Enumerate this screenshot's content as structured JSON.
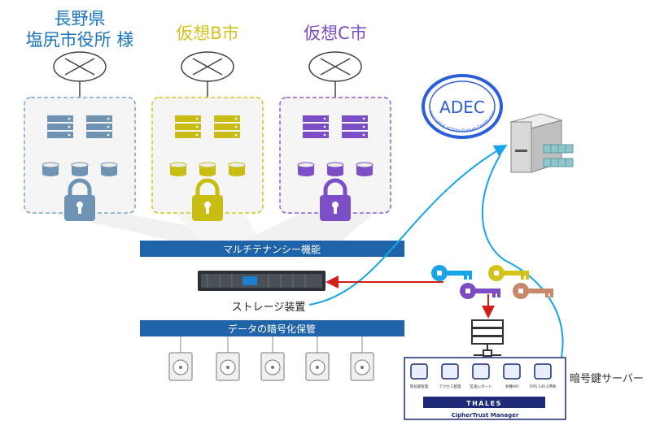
{
  "tenants": [
    {
      "title_line1": "長野県",
      "title_line2": "塩尻市役所 様",
      "color": "#1a74bb",
      "box_color": "#7fa6c4",
      "icon_color": "#6f93b3"
    },
    {
      "title_line1": "",
      "title_line2": "仮想B市",
      "color": "#d2c219",
      "box_color": "#d2c619",
      "icon_color": "#c9bd14"
    },
    {
      "title_line1": "",
      "title_line2": "仮想C市",
      "color": "#7b4cc6",
      "box_color": "#8d62d0",
      "icon_color": "#7d4fc6"
    }
  ],
  "multitenancy_label": "マルチテナンシー機能",
  "storage_label": "ストレージ装置",
  "encryption_label": "データの暗号化保管",
  "key_server_label": "暗号鍵サーバー",
  "adec_logo_text": "ADEC",
  "adec_logo_subtext": "Association of Data Erasure Certification",
  "thales": {
    "brand": "THALES",
    "product": "CipherTrust Manager",
    "features": [
      "暗号鍵管理",
      "アクセス管理",
      "監査レポート",
      "各種API",
      "FIPS 140-2準拠"
    ]
  },
  "colors": {
    "bar": "#1f64a8",
    "arrow_red": "#d0201a",
    "arrow_blue": "#17a4e8",
    "thales_navy": "#1c2a78"
  }
}
